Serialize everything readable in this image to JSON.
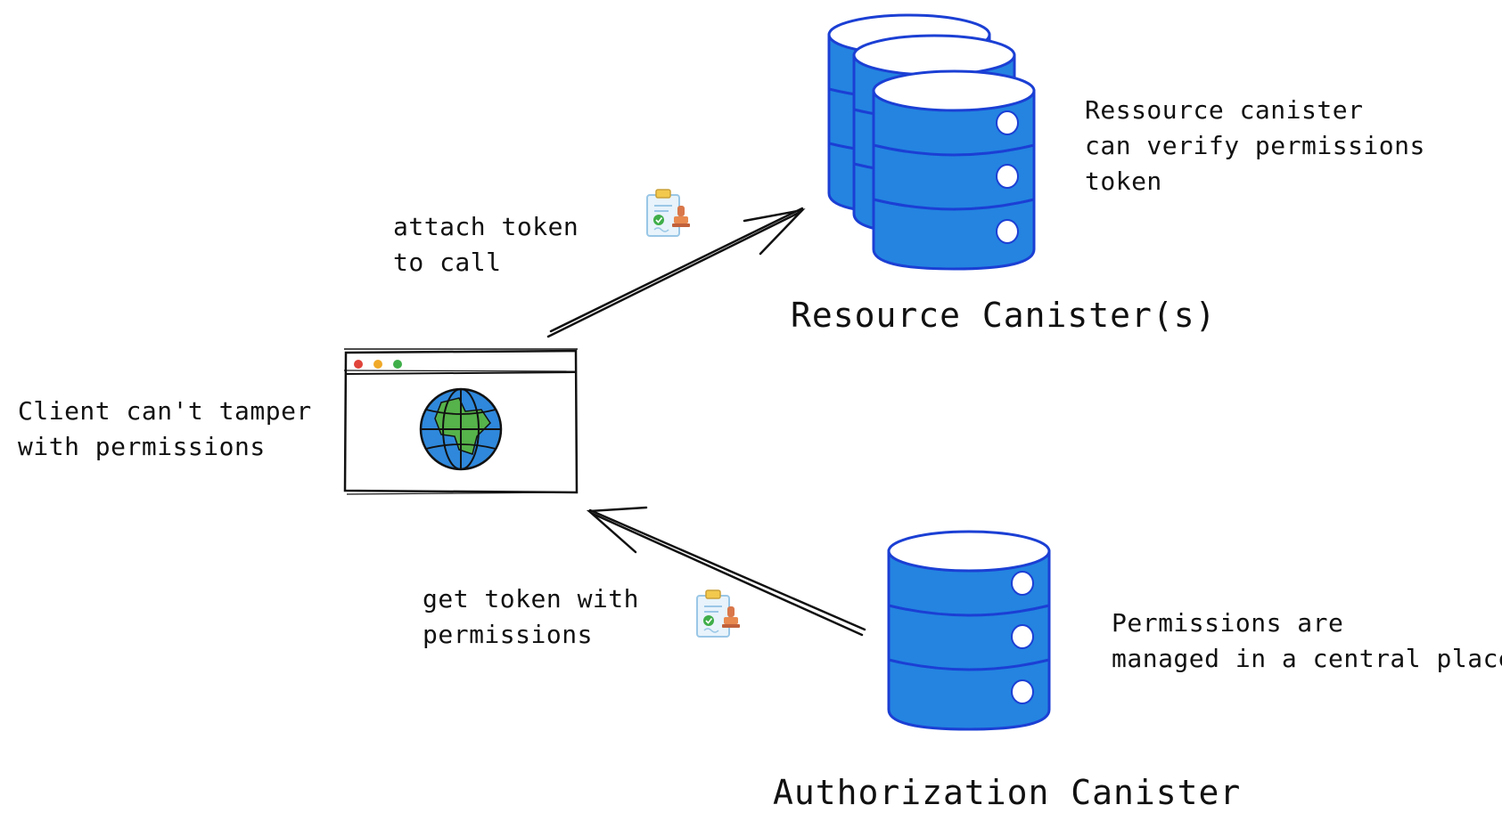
{
  "diagram": {
    "colors": {
      "canister_fill": "#2484e0",
      "canister_stroke": "#1b3fd4",
      "ink": "#111111",
      "globe_ocean": "#2f88db",
      "globe_land": "#56b24a",
      "dot_red": "#e0443b",
      "dot_yellow": "#f0a928",
      "dot_green": "#3fae49"
    },
    "resource_canisters": {
      "title": "Resource  Canister(s)",
      "note": [
        "Ressource canister",
        "can verify permissions",
        "token"
      ]
    },
    "authorization_canister": {
      "title": "Authorization Canister",
      "note": [
        "Permissions are",
        "managed in a central place"
      ]
    },
    "client": {
      "icon": "browser-globe-icon",
      "note": [
        "Client can't tamper",
        "with permissions"
      ]
    },
    "arrows": [
      {
        "id": "client-to-resource",
        "label": [
          "attach token",
          "to call"
        ],
        "icon": "token-document-icon"
      },
      {
        "id": "authorization-to-client",
        "label": [
          "get token with",
          "permissions"
        ],
        "icon": "token-document-icon"
      }
    ]
  }
}
